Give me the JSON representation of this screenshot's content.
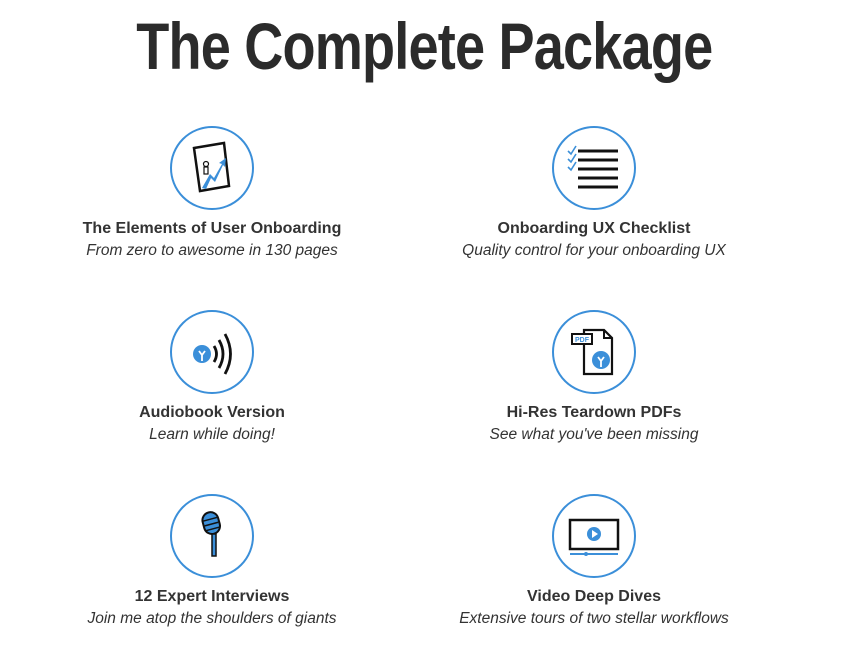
{
  "heading": "The Complete Package",
  "accent_color": "#3b8fd9",
  "features": [
    {
      "title": "The Elements of User Onboarding",
      "subtitle": "From zero to awesome in 130 pages",
      "icon": "book-chart-icon"
    },
    {
      "title": "Onboarding UX Checklist",
      "subtitle": "Quality control for your onboarding UX",
      "icon": "checklist-icon"
    },
    {
      "title": "Audiobook Version",
      "subtitle": "Learn while doing!",
      "icon": "audio-icon"
    },
    {
      "title": "Hi-Res Teardown PDFs",
      "subtitle": "See what you've been missing",
      "icon": "pdf-icon",
      "badge": "PDF"
    },
    {
      "title": "12 Expert Interviews",
      "subtitle": "Join me atop the shoulders of giants",
      "icon": "microphone-icon"
    },
    {
      "title": "Video Deep Dives",
      "subtitle": "Extensive tours of two stellar workflows",
      "icon": "video-icon"
    }
  ]
}
